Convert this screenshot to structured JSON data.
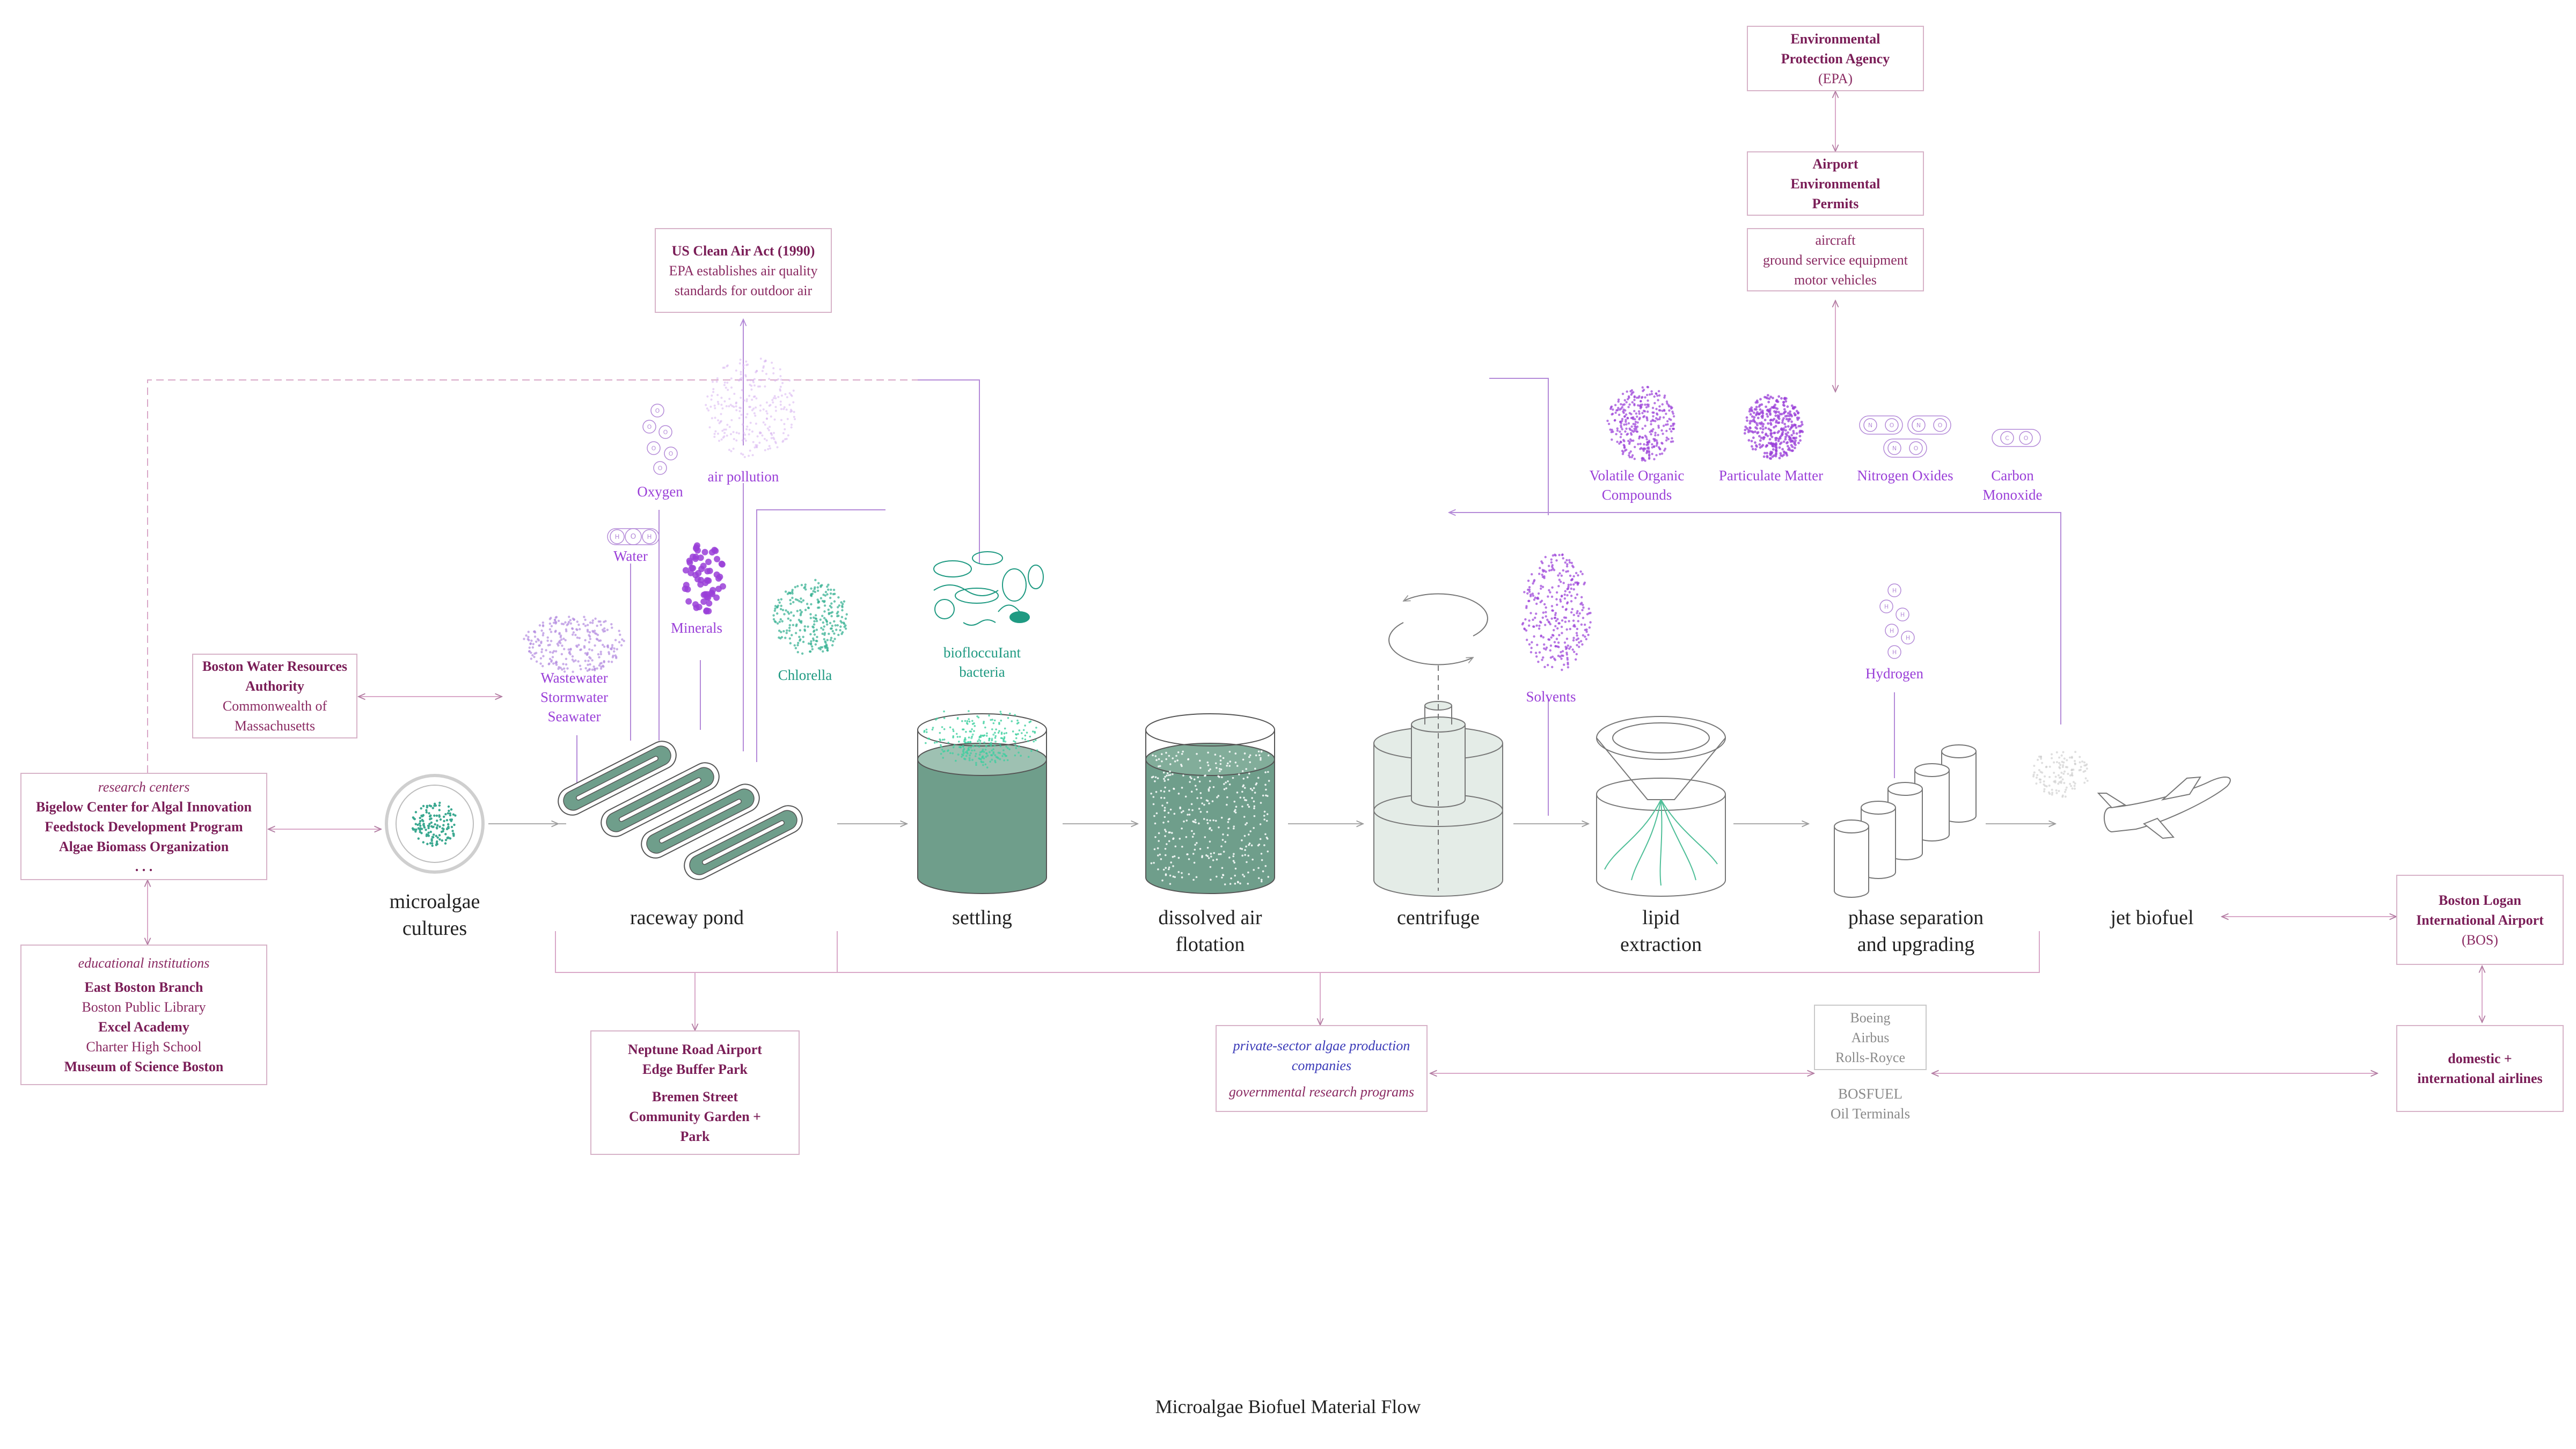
{
  "caption": "Microalgae Biofuel Material Flow",
  "stages": [
    {
      "id": "microalgae-cultures",
      "lines": [
        "microalgae",
        "cultures"
      ]
    },
    {
      "id": "raceway-pond",
      "lines": [
        "raceway pond"
      ]
    },
    {
      "id": "settling",
      "lines": [
        "settling"
      ]
    },
    {
      "id": "dissolved-air-flotation",
      "lines": [
        "dissolved air",
        "flotation"
      ]
    },
    {
      "id": "centrifuge",
      "lines": [
        "centrifuge"
      ]
    },
    {
      "id": "lipid-extraction",
      "lines": [
        "lipid",
        "extraction"
      ]
    },
    {
      "id": "phase-separation",
      "lines": [
        "phase separation",
        "and upgrading"
      ]
    },
    {
      "id": "jet-biofuel",
      "lines": [
        "jet biofuel"
      ]
    }
  ],
  "inputs": {
    "oxygen": "Oxygen",
    "air_pollution": "air pollution",
    "water": "Water",
    "minerals": "Minerals",
    "wastewater": [
      "Wastewater",
      "Stormwater",
      "Seawater"
    ],
    "chlorella": "Chlorella",
    "biofloc": [
      "biofloccuIant",
      "bacteria"
    ],
    "solvents": "Solvents",
    "hydrogen": "Hydrogen"
  },
  "emissions": [
    {
      "id": "voc",
      "lines": [
        "Volatile Organic",
        "Compounds"
      ]
    },
    {
      "id": "pm",
      "lines": [
        "Particulate Matter"
      ]
    },
    {
      "id": "nox",
      "lines": [
        "Nitrogen Oxides"
      ]
    },
    {
      "id": "co",
      "lines": [
        "Carbon",
        "Monoxide"
      ]
    }
  ],
  "boxes": {
    "epa": [
      "Environmental",
      "Protection Agency",
      "(EPA)"
    ],
    "permits": [
      "Airport",
      "Environmental",
      "Permits"
    ],
    "vehicles": [
      "aircraft",
      "ground service equipment",
      "motor vehicles"
    ],
    "clean_air": {
      "title": "US Clean Air Act (1990)",
      "body": [
        "EPA establishes air quality",
        "standards for outdoor air"
      ]
    },
    "bwra": {
      "bold": [
        "Boston Water Resources",
        "Authority"
      ],
      "normal": [
        "Commonwealth of",
        "Massachusetts"
      ]
    },
    "research": {
      "heading": "research centers",
      "items": [
        "Bigelow Center for Algal Innovation",
        "Feedstock Development Program",
        "Algae Biomass Organization"
      ],
      "more": ". . ."
    },
    "education": {
      "heading": "educational institutions",
      "items": [
        {
          "text": "East Boston Branch",
          "bold": true
        },
        {
          "text": "Boston Public Library",
          "bold": false
        },
        {
          "text": "Excel Academy",
          "bold": true
        },
        {
          "text": "Charter High School",
          "bold": false
        },
        {
          "text": "Museum of Science Boston",
          "bold": true
        }
      ]
    },
    "neptune": {
      "a": [
        "Neptune Road Airport",
        "Edge Buffer Park"
      ],
      "b": [
        "Bremen Street",
        "Community Garden +",
        "Park"
      ]
    },
    "private": {
      "a": [
        "private-sector algae production",
        "companies"
      ],
      "b": "governmental research programs"
    },
    "manufacturers": [
      "Boeing",
      "Airbus",
      "Rolls-Royce"
    ],
    "bosfuel": [
      "BOSFUEL",
      "Oil Terminals"
    ],
    "logan": [
      "Boston Logan",
      "International Airport",
      "(BOS)"
    ],
    "airlines": [
      "domestic +",
      "international airlines"
    ]
  },
  "molecule_labels": {
    "o": "O",
    "n": "N",
    "h": "H",
    "c": "C",
    "no": "N=O",
    "co": "C≡O"
  },
  "colors": {
    "magenta": "#8a2a62",
    "purple": "#9a3fd8",
    "teal": "#1f9a82",
    "tank_fill": "#6f9e8b",
    "box_border": "#d7b3c8",
    "line": "#d9a8c8"
  }
}
